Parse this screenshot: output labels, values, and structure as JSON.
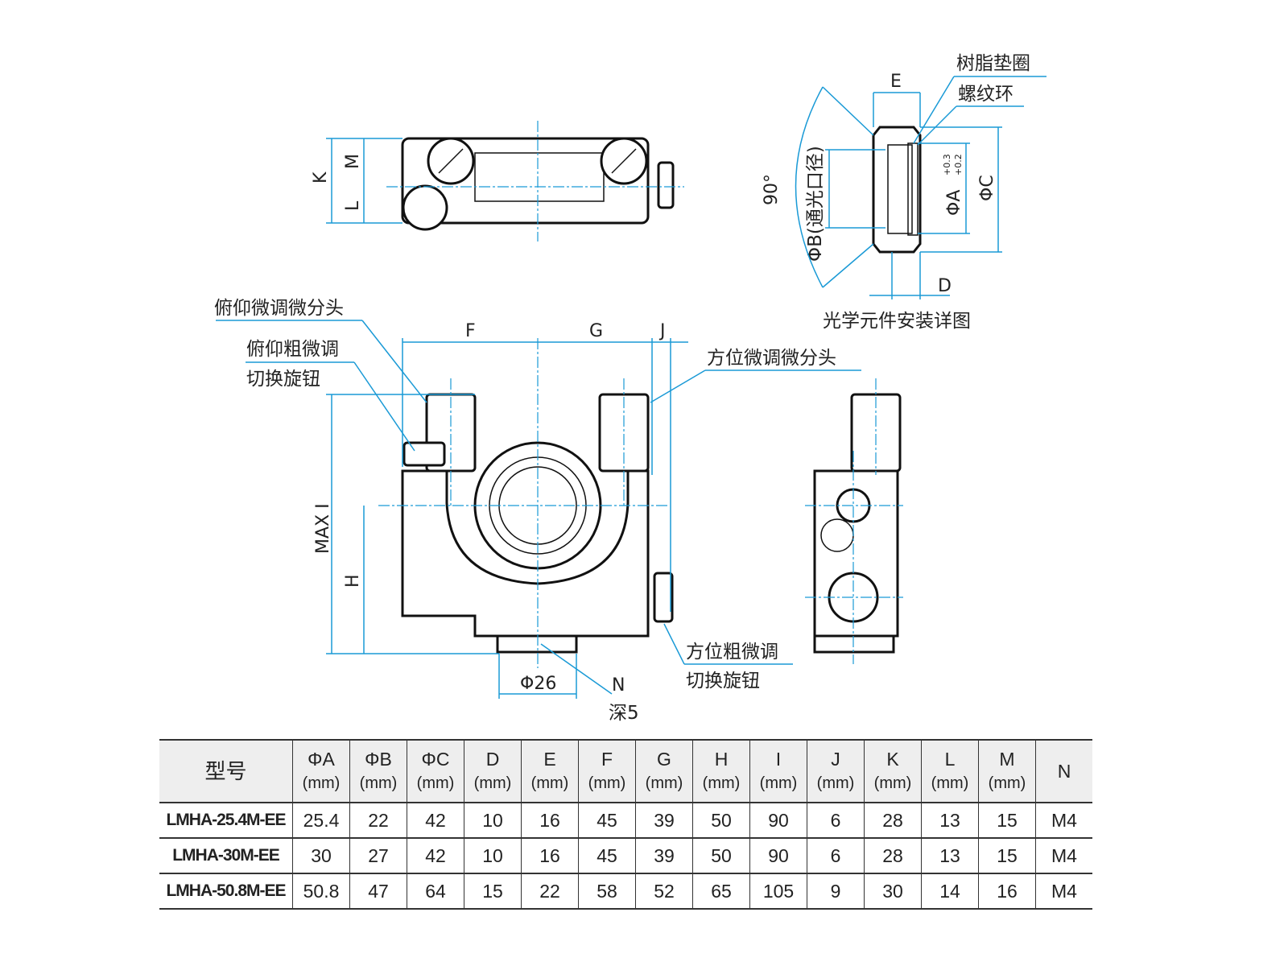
{
  "drawing": {
    "top_view": {
      "dims": {
        "K": "K",
        "M": "M",
        "L": "L"
      }
    },
    "detail_view": {
      "title": "光学元件安装详图",
      "resin_washer": "树脂垫圈",
      "threaded_ring": "螺纹环",
      "E": "E",
      "D": "D",
      "phiC": "ΦC",
      "phiA": "ΦA",
      "phiA_tol_upper": "+0.3",
      "phiA_tol_lower": "+0.2",
      "phiB": "ΦB(通光口径)",
      "angle": "90°"
    },
    "front_view": {
      "pitch_micrometer": "俯仰微调微分头",
      "pitch_switch_line1": "俯仰粗微调",
      "pitch_switch_line2": "切换旋钮",
      "azimuth_micrometer": "方位微调微分头",
      "azimuth_switch_line1": "方位粗微调",
      "azimuth_switch_line2": "切换旋钮",
      "F": "F",
      "G": "G",
      "J": "J",
      "I": "MAX I",
      "H": "H",
      "phi26": "Φ26",
      "N": "N",
      "depth": "深5"
    }
  },
  "colors": {
    "dimension_line": "#1a9ad6",
    "part": "#111111"
  },
  "table": {
    "headers": [
      {
        "label": "型号",
        "unit": ""
      },
      {
        "label": "ΦA",
        "unit": "(mm)"
      },
      {
        "label": "ΦB",
        "unit": "(mm)"
      },
      {
        "label": "ΦC",
        "unit": "(mm)"
      },
      {
        "label": "D",
        "unit": "(mm)"
      },
      {
        "label": "E",
        "unit": "(mm)"
      },
      {
        "label": "F",
        "unit": "(mm)"
      },
      {
        "label": "G",
        "unit": "(mm)"
      },
      {
        "label": "H",
        "unit": "(mm)"
      },
      {
        "label": "I",
        "unit": "(mm)"
      },
      {
        "label": "J",
        "unit": "(mm)"
      },
      {
        "label": "K",
        "unit": "(mm)"
      },
      {
        "label": "L",
        "unit": "(mm)"
      },
      {
        "label": "M",
        "unit": "(mm)"
      },
      {
        "label": "N",
        "unit": ""
      }
    ],
    "rows": [
      [
        "LMHA-25.4M-EE",
        "25.4",
        "22",
        "42",
        "10",
        "16",
        "45",
        "39",
        "50",
        "90",
        "6",
        "28",
        "13",
        "15",
        "M4"
      ],
      [
        "LMHA-30M-EE",
        "30",
        "27",
        "42",
        "10",
        "16",
        "45",
        "39",
        "50",
        "90",
        "6",
        "28",
        "13",
        "15",
        "M4"
      ],
      [
        "LMHA-50.8M-EE",
        "50.8",
        "47",
        "64",
        "15",
        "22",
        "58",
        "52",
        "65",
        "105",
        "9",
        "30",
        "14",
        "16",
        "M4"
      ]
    ]
  }
}
